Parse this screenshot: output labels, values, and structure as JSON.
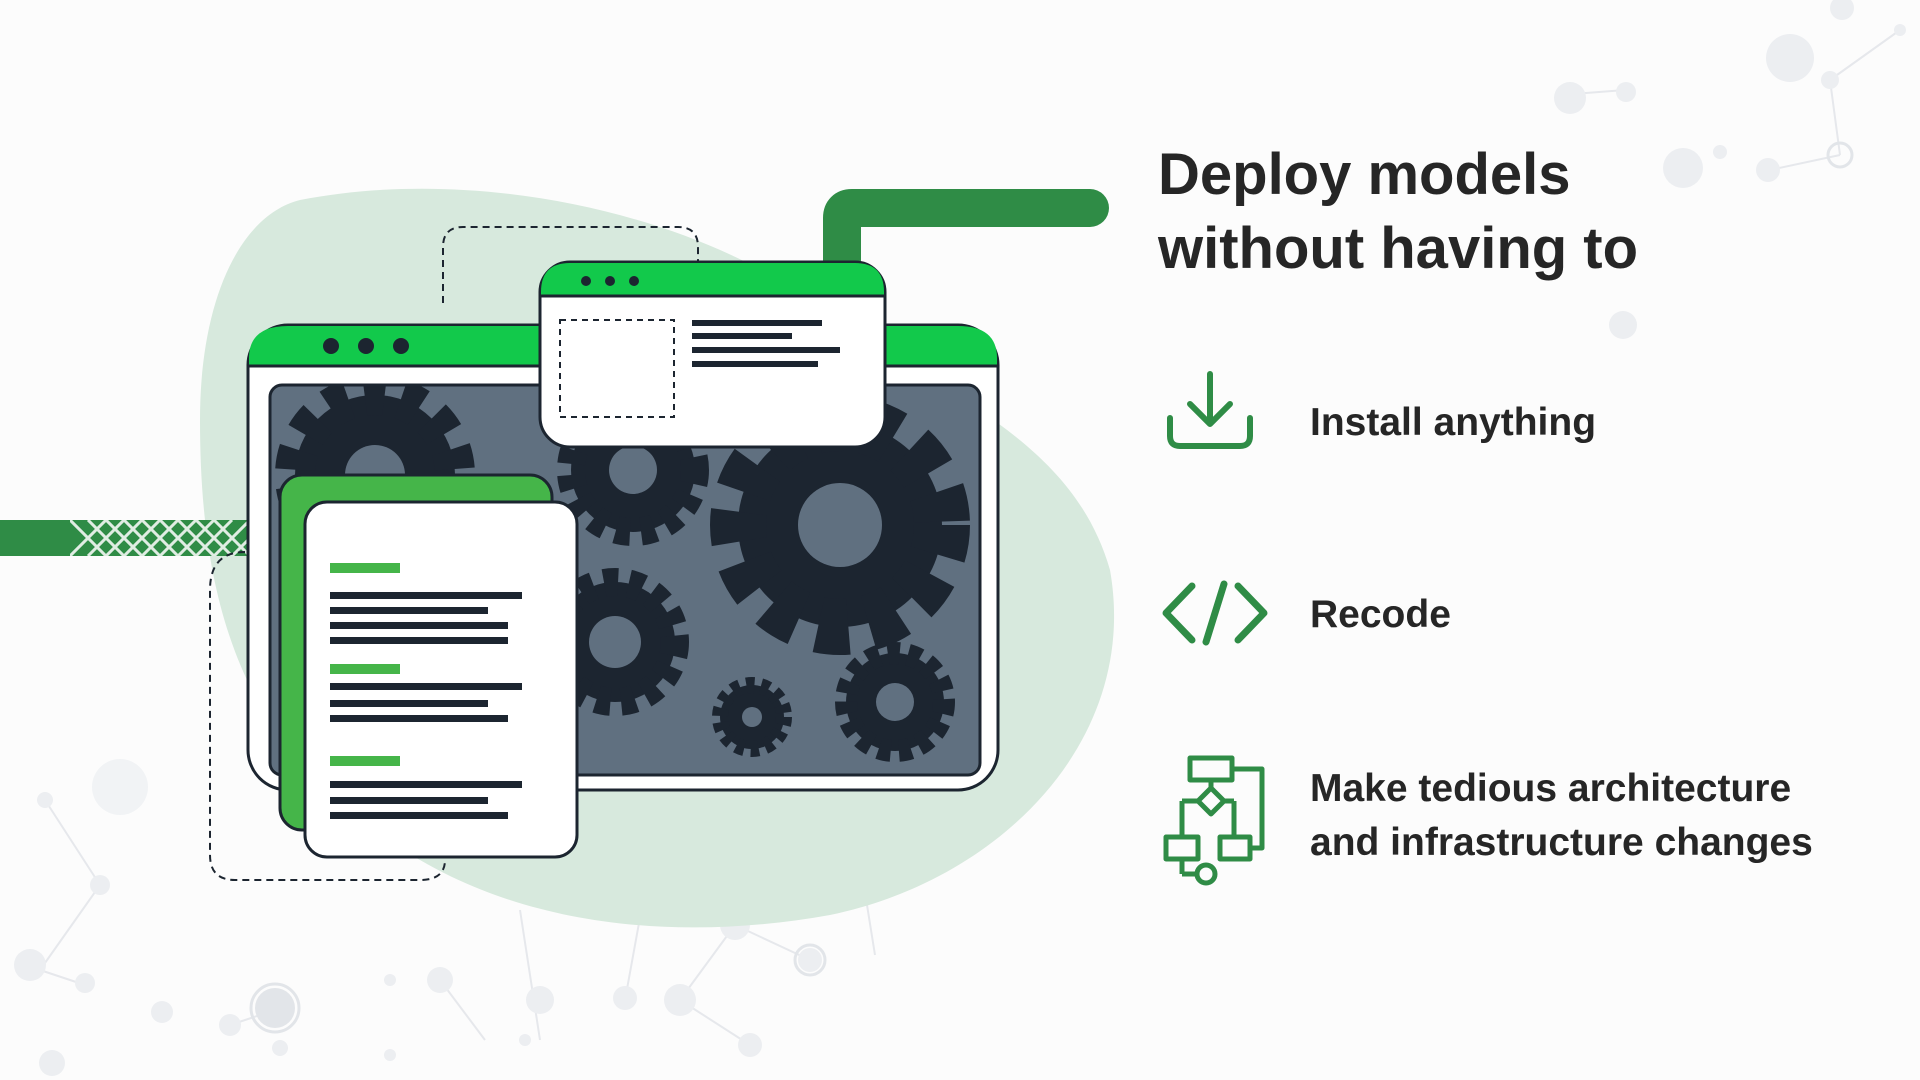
{
  "headline": {
    "line1": "Deploy models",
    "line2": "without having to"
  },
  "features": [
    {
      "icon": "download-icon",
      "label": "Install anything"
    },
    {
      "icon": "code-icon",
      "label": "Recode"
    },
    {
      "icon": "flowchart-icon",
      "label_line1": "Make tedious architecture",
      "label_line2": "and infrastructure changes"
    }
  ],
  "colors": {
    "accent_green": "#12c94b",
    "dark_green": "#2f8c46",
    "light_green": "#45b549",
    "blob": "#d7e9dd",
    "window_body": "#607080",
    "gear": "#1c2530",
    "text": "#262626"
  }
}
